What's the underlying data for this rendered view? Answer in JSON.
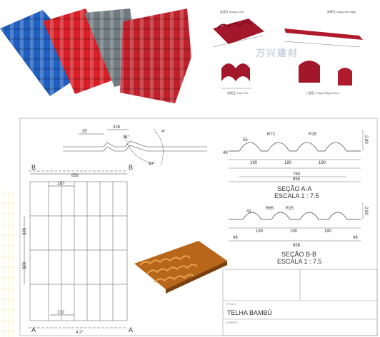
{
  "photo": {
    "tile_colors": [
      "#1f5fbf",
      "#d81e26",
      "#6f7b80",
      "#c0202a"
    ]
  },
  "accessories": {
    "items": [
      {
        "label": "连接瓦 Bridge Unit"
      },
      {
        "label": "斜脊瓦 Diagonal Ridge"
      },
      {
        "label": "封檐瓦 Eave Tile"
      },
      {
        "label": "三通瓦 3 Way Ridge Piece"
      }
    ],
    "watermark": "万兴建材"
  },
  "drawing": {
    "top_view": {
      "dims": {
        "d35": "35",
        "d328": "328",
        "a34": "34°",
        "a4": "4°",
        "a57": "57°"
      }
    },
    "plan": {
      "dims": {
        "d858": "858",
        "d110": "110",
        "d328a": "328",
        "d328b": "328",
        "d132": "132",
        "a42": "4.2°"
      },
      "marks": {
        "b_left": "B",
        "b_right": "B",
        "a_left": "A",
        "a_right": "A"
      }
    },
    "section_aa": {
      "dims": {
        "r55": "55",
        "r72": "R72",
        "r15": "R15",
        "h280": "2.80",
        "d49": "49",
        "d190a": "190",
        "d190b": "190",
        "d190c": "190",
        "d760": "760",
        "d858": "858"
      },
      "title": "SEÇÃO A-A",
      "scale": "ESCALA 1 : 7.5"
    },
    "section_bb": {
      "dims": {
        "r41": "41",
        "r65": "R65",
        "r15": "R15",
        "h280": "2.80",
        "d49a": "49",
        "d49b": "49",
        "d190a": "190",
        "d190b": "190",
        "d190c": "190",
        "d858": "858"
      },
      "title": "SEÇÃO B-B",
      "scale": "ESCALA 1 : 7.5"
    },
    "title_block": {
      "title_label": "TÍTULO",
      "title": "TELHA BAMBÚ",
      "number_label": "NÚMERO"
    }
  }
}
